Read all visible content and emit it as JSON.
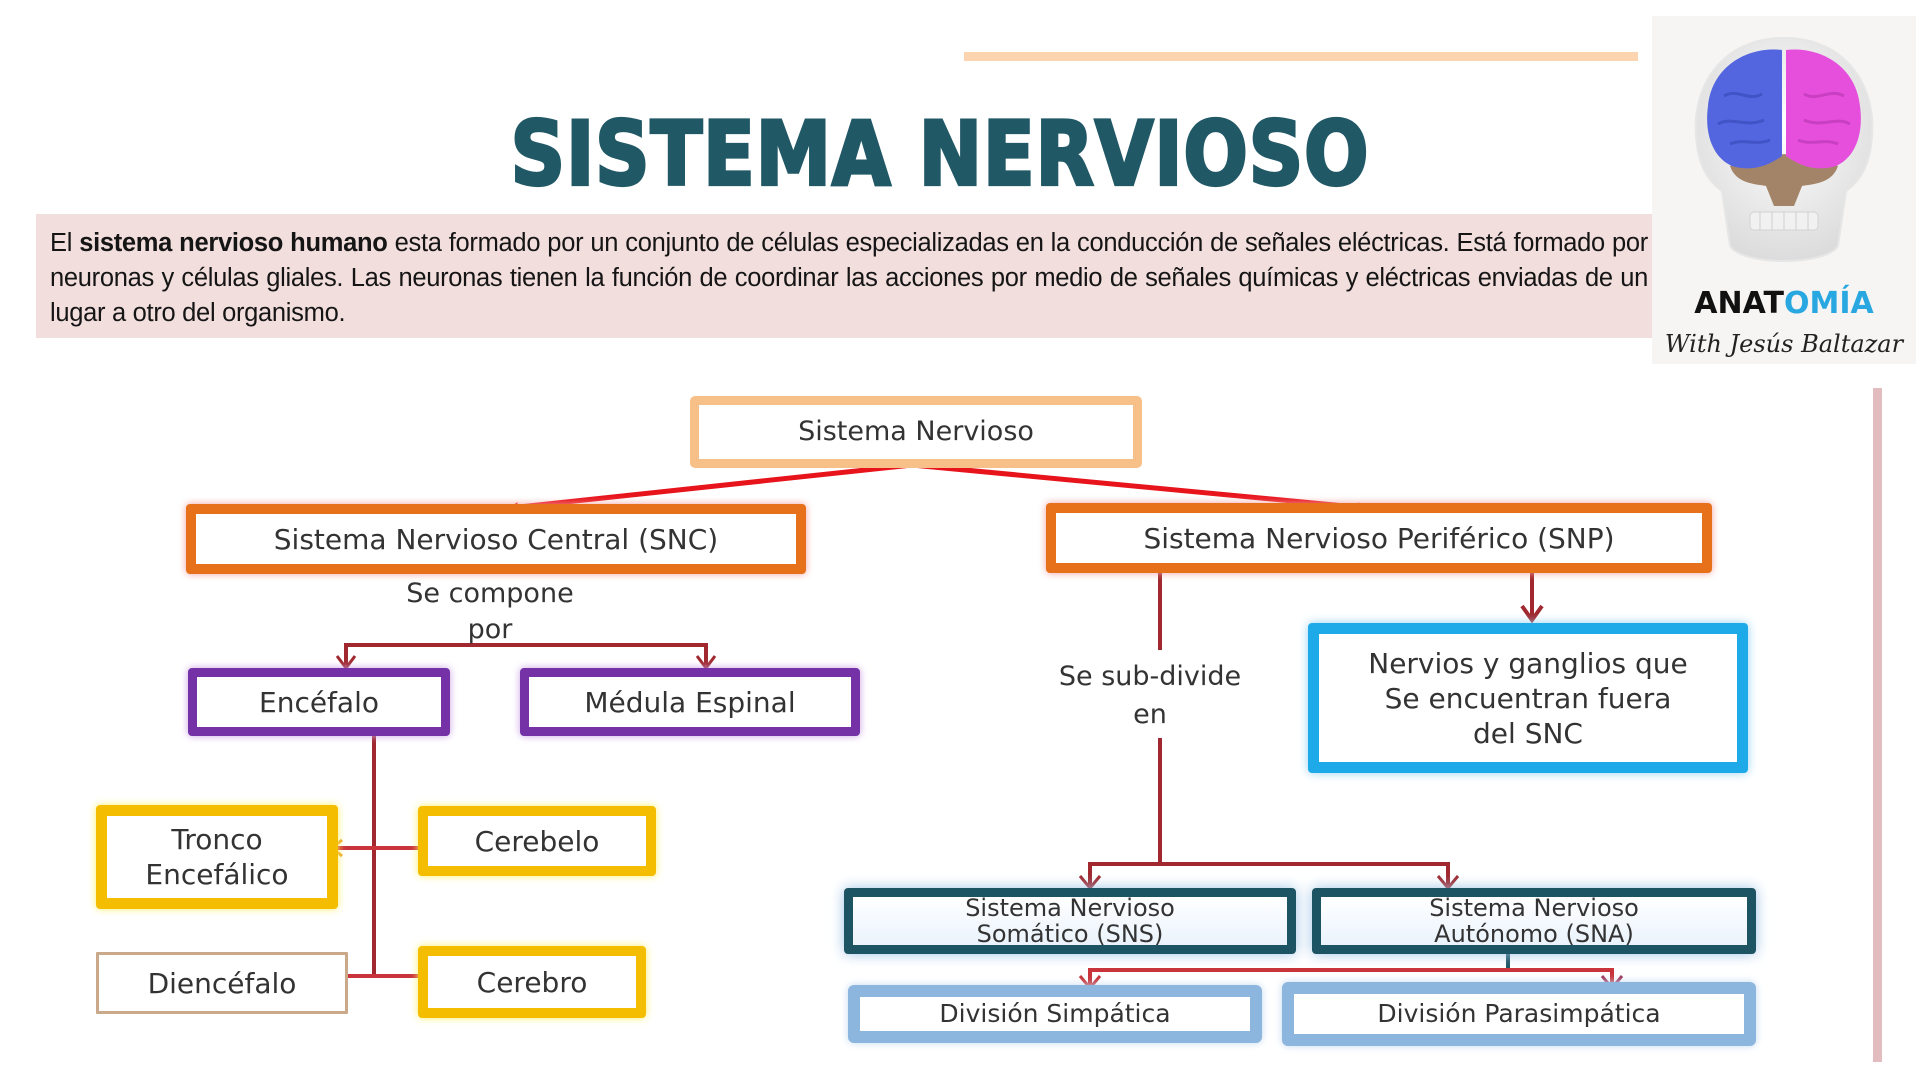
{
  "slide": {
    "title": "SISTEMA NERVIOSO",
    "intro": {
      "prefix": "El ",
      "bold": "sistema nervioso humano",
      "rest": " esta formado por un conjunto de células especializadas en la conducción de señales eléctricas. Está formado por neuronas y células gliales. Las neuronas tienen la función de coordinar las acciones por medio de señales químicas y eléctricas enviadas de un lugar a otro del organismo."
    },
    "logo": {
      "image": "brain-skull-illustration",
      "brand_dark": "ANAT",
      "brand_blue": "OMÍA",
      "subtitle": "With Jesús Baltazar"
    },
    "colors": {
      "title": "#215866",
      "intro_bg": "#f2dedd",
      "accent_line": "#fcd5b0",
      "side_rule": "#e2bcbf",
      "arrow_main": "#e8141c",
      "arrow_secondary": "#a0282e",
      "brand_blue": "#29a7e1"
    }
  },
  "diagram": {
    "root": "Sistema Nervioso",
    "snc": {
      "label": "Sistema Nervioso Central (SNC)",
      "connector_label": "Se compone por",
      "connector_label_line1": "Se compone",
      "connector_label_line2": "por",
      "children": [
        "Encéfalo",
        "Médula Espinal"
      ],
      "encefalo_children": [
        "Tronco Encefálico",
        "Cerebelo",
        "Diencéfalo",
        "Cerebro"
      ],
      "tronco_line1": "Tronco",
      "tronco_line2": "Encefálico"
    },
    "snp": {
      "label": "Sistema Nervioso Periférico (SNP)",
      "description": "Nervios y ganglios que Se encuentran fuera del SNC",
      "description_line1": "Nervios y ganglios que",
      "description_line2": "Se encuentran fuera",
      "description_line3": "del SNC",
      "connector_label": "Se sub-divide en",
      "connector_label_line1": "Se sub-divide",
      "connector_label_line2": "en",
      "sns_line1": "Sistema Nervioso",
      "sns_line2": "Somático (SNS)",
      "sna_line1": "Sistema Nervioso",
      "sna_line2": "Autónomo (SNA)",
      "sna_children": [
        "División Simpática",
        "División Parasimpática"
      ]
    }
  }
}
